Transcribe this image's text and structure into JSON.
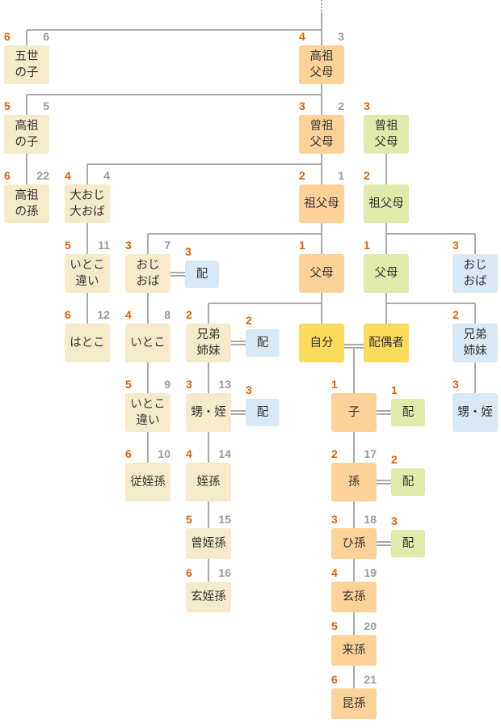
{
  "colors": {
    "beige": "#f5ebca",
    "orange": "#fdd298",
    "green": "#dfebab",
    "blue": "#d8e9f5",
    "yellow": "#fcdb5c",
    "degree": "#e35f00",
    "number": "#999999",
    "line": "#aaaaaa"
  },
  "nodes": [
    {
      "id": "gosei-no-ko",
      "label": "五世\nの子",
      "color": "beige",
      "degree": "6",
      "number": "6"
    },
    {
      "id": "kouso-fubo",
      "label": "高祖\n父母",
      "color": "orange",
      "degree": "4",
      "number": "3"
    },
    {
      "id": "kouso-no-ko",
      "label": "高祖\nの子",
      "color": "beige",
      "degree": "5",
      "number": "5"
    },
    {
      "id": "souso-fubo",
      "label": "曾祖\n父母",
      "color": "orange",
      "degree": "3",
      "number": "2"
    },
    {
      "id": "souso-fubo-spouse",
      "label": "曾祖\n父母",
      "color": "green",
      "degree": "3",
      "number": ""
    },
    {
      "id": "kouso-no-mago",
      "label": "高祖\nの孫",
      "color": "beige",
      "degree": "6",
      "number": "22"
    },
    {
      "id": "oooji-ooba",
      "label": "大おじ\n大おば",
      "color": "beige",
      "degree": "4",
      "number": "4"
    },
    {
      "id": "sofubo",
      "label": "祖父母",
      "color": "orange",
      "degree": "2",
      "number": "1"
    },
    {
      "id": "sofubo-spouse",
      "label": "祖父母",
      "color": "green",
      "degree": "2",
      "number": ""
    },
    {
      "id": "itoko-chigai-1",
      "label": "いとこ\n違い",
      "color": "beige",
      "degree": "5",
      "number": "11"
    },
    {
      "id": "oji-oba",
      "label": "おじ\nおば",
      "color": "beige",
      "degree": "3",
      "number": "7"
    },
    {
      "id": "oji-oba-haigu",
      "label": "配",
      "color": "blue",
      "degree": "3",
      "number": ""
    },
    {
      "id": "fubo",
      "label": "父母",
      "color": "orange",
      "degree": "1",
      "number": ""
    },
    {
      "id": "fubo-spouse",
      "label": "父母",
      "color": "green",
      "degree": "1",
      "number": ""
    },
    {
      "id": "oji-oba-spouse",
      "label": "おじ\nおば",
      "color": "blue",
      "degree": "3",
      "number": ""
    },
    {
      "id": "hatoko",
      "label": "はとこ",
      "color": "beige",
      "degree": "6",
      "number": "12"
    },
    {
      "id": "itoko",
      "label": "いとこ",
      "color": "beige",
      "degree": "4",
      "number": "8"
    },
    {
      "id": "kyoudai",
      "label": "兄弟\n姉妹",
      "color": "beige",
      "degree": "2",
      "number": ""
    },
    {
      "id": "kyoudai-haigu",
      "label": "配",
      "color": "blue",
      "degree": "2",
      "number": ""
    },
    {
      "id": "jibun",
      "label": "自分",
      "color": "yellow",
      "degree": "",
      "number": ""
    },
    {
      "id": "haigusha",
      "label": "配偶者",
      "color": "yellow",
      "degree": "",
      "number": ""
    },
    {
      "id": "kyoudai-spouse",
      "label": "兄弟\n姉妹",
      "color": "blue",
      "degree": "2",
      "number": ""
    },
    {
      "id": "itoko-chigai-2",
      "label": "いとこ\n違い",
      "color": "beige",
      "degree": "5",
      "number": "9"
    },
    {
      "id": "oi-mei",
      "label": "甥・姪",
      "color": "beige",
      "degree": "3",
      "number": "13"
    },
    {
      "id": "oi-mei-haigu",
      "label": "配",
      "color": "blue",
      "degree": "3",
      "number": ""
    },
    {
      "id": "ko",
      "label": "子",
      "color": "orange",
      "degree": "1",
      "number": ""
    },
    {
      "id": "ko-haigu",
      "label": "配",
      "color": "green",
      "degree": "1",
      "number": ""
    },
    {
      "id": "oi-mei-spouse",
      "label": "甥・姪",
      "color": "blue",
      "degree": "3",
      "number": ""
    },
    {
      "id": "juu-tetsuson",
      "label": "従姪孫",
      "color": "beige",
      "degree": "6",
      "number": "10"
    },
    {
      "id": "tetsuson",
      "label": "姪孫",
      "color": "beige",
      "degree": "4",
      "number": "14"
    },
    {
      "id": "mago",
      "label": "孫",
      "color": "orange",
      "degree": "2",
      "number": "17"
    },
    {
      "id": "mago-haigu",
      "label": "配",
      "color": "green",
      "degree": "2",
      "number": ""
    },
    {
      "id": "sou-tetsuson",
      "label": "曾姪孫",
      "color": "beige",
      "degree": "5",
      "number": "15"
    },
    {
      "id": "himago",
      "label": "ひ孫",
      "color": "orange",
      "degree": "3",
      "number": "18"
    },
    {
      "id": "himago-haigu",
      "label": "配",
      "color": "green",
      "degree": "3",
      "number": ""
    },
    {
      "id": "gen-tetsuson",
      "label": "玄姪孫",
      "color": "beige",
      "degree": "6",
      "number": "16"
    },
    {
      "id": "genson",
      "label": "玄孫",
      "color": "orange",
      "degree": "4",
      "number": "19"
    },
    {
      "id": "raison",
      "label": "来孫",
      "color": "orange",
      "degree": "5",
      "number": "20"
    },
    {
      "id": "konson",
      "label": "昆孫",
      "color": "orange",
      "degree": "6",
      "number": "21"
    }
  ]
}
